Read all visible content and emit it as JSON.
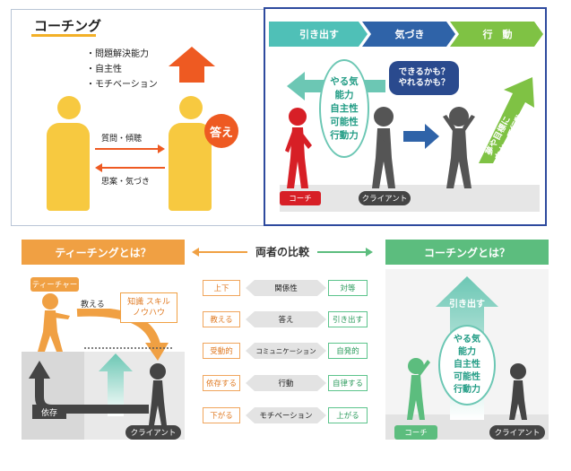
{
  "top_left": {
    "title": "コーチング",
    "bullets": [
      "・問題解決能力",
      "・自主性",
      "・モチベーション"
    ],
    "arrow_right_label": "質問・傾聴",
    "arrow_left_label": "思案・気づき",
    "answer": "答え"
  },
  "top_right": {
    "steps": [
      "引き出す",
      "気づき",
      "行　動"
    ],
    "bubble": [
      "できるかも？",
      "やれるかも？"
    ],
    "oval_lines": [
      "やる気",
      "能力",
      "自主性",
      "可能性",
      "行動力"
    ],
    "goal_text": "夢や目標に\n向かって行動",
    "coach_tag": "コーチ",
    "client_tag": "クライアント"
  },
  "bottom": {
    "teaching_header": "ティーチングとは？",
    "compare_title": "両者の比較",
    "coaching_header": "コーチングとは？",
    "teacher_tag": "ティーチャー",
    "teach_label": "教える",
    "knowledge_label": [
      "知識 スキル",
      "ノウハウ"
    ],
    "dependence_label": "依存",
    "client_tag_left": "クライアント",
    "draw_out": "引き出す",
    "oval_lines": [
      "やる気",
      "能力",
      "自主性",
      "可能性",
      "行動力"
    ],
    "coach_tag": "コーチ",
    "client_tag_right": "クライアント",
    "rows": [
      {
        "left": "上下",
        "mid": "関係性",
        "right": "対等"
      },
      {
        "left": "教える",
        "mid": "答え",
        "right": "引き出す"
      },
      {
        "left": "受動的",
        "mid": "コミュニケーション",
        "right": "自発的"
      },
      {
        "left": "依存する",
        "mid": "行動",
        "right": "自律する"
      },
      {
        "left": "下がる",
        "mid": "モチベーション",
        "right": "上がる"
      }
    ]
  },
  "colors": {
    "orange": "#f0a043",
    "teal": "#6cc7b4",
    "green": "#5cbd7e",
    "navy": "#2a4a8e",
    "red": "#d71f26"
  }
}
